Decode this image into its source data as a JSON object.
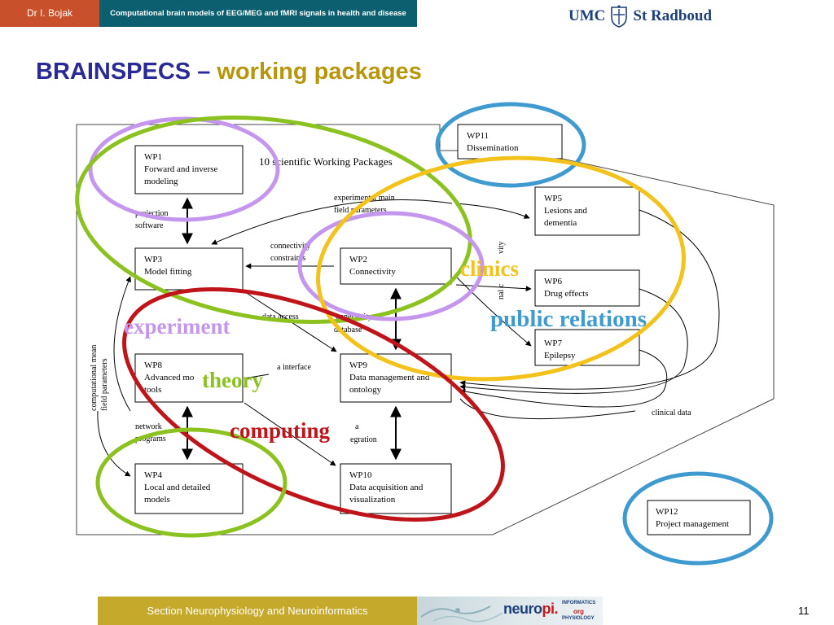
{
  "header": {
    "author": "Dr I. Bojak",
    "title": "Computational brain models of EEG/MEG and fMRI signals in health and disease",
    "logo_text_left": "UMC",
    "logo_text_right": "St Radboud"
  },
  "heading": {
    "part1": "BRAINSPECS –",
    "part2": "working packages"
  },
  "diagram": {
    "caption": "10 scientific Working Packages",
    "packages": {
      "wp1": [
        "WP1",
        "Forward and inverse",
        "modeling"
      ],
      "wp3": [
        "WP3",
        "Model fitting"
      ],
      "wp2": [
        "WP2",
        "Connectivity"
      ],
      "wp8": [
        "WP8",
        "Advanced mo",
        "tools"
      ],
      "wp9": [
        "WP9",
        "Data management and",
        "ontology"
      ],
      "wp4": [
        "WP4",
        "Local and detailed",
        "models"
      ],
      "wp10": [
        "WP10",
        "Data acquisition and",
        "visualization"
      ],
      "wp11": [
        "WP11",
        "Dissemination"
      ],
      "wp5": [
        "WP5",
        "Lesions and",
        "dementia"
      ],
      "wp6": [
        "WP6",
        "Drug effects"
      ],
      "wp7": [
        "WP7",
        "Epilepsy"
      ],
      "wp12": [
        "WP12",
        "Project management"
      ]
    },
    "labels": {
      "projection": [
        "projection",
        "software"
      ],
      "exp_main": [
        "experimental main",
        "field parameters"
      ],
      "conn_constraints": [
        "connectivity",
        "constraints"
      ],
      "data_access": "data access",
      "conn_db": [
        "onnectivity",
        "database"
      ],
      "a_interface": "a interface",
      "network": [
        "network",
        "programs"
      ],
      "integration": [
        "a",
        "egration"
      ],
      "comp_mean": [
        "computational   mean",
        "field parameters"
      ],
      "vertical_partial": [
        "vity",
        "nal c"
      ],
      "clinical_data": "clinical data"
    },
    "overlays": {
      "clinics": "clinics",
      "experiment": "experiment",
      "public_relations": "public relations",
      "theory": "theory",
      "computing": "computing"
    },
    "colors": {
      "green": "#8cc21f",
      "violet": "#c596ee",
      "yellow": "#f3c21b",
      "red": "#c0141b",
      "blue": "#3f9bcf"
    }
  },
  "footer": {
    "section": "Section Neurophysiology and Neuroinformatics",
    "brand_main": "neuro",
    "brand_pi": "pi.",
    "brand_sub1": "INFORMATICS",
    "brand_sub2": "org",
    "brand_sub3": "PHYSIOLOGY",
    "page_number": "11"
  }
}
